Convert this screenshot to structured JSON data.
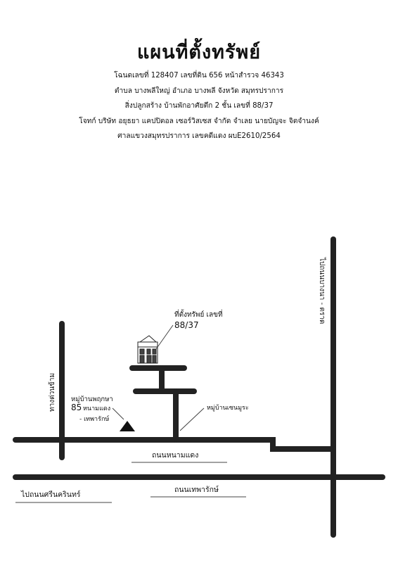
{
  "title": "แผนที่ตั้งทรัพย์",
  "info_lines": [
    "โฉนดเลขที่ 128407 เลขที่ดิน 656 หน้าสำรวจ 46343",
    "ตำบล บางพลีใหญ่ อำเภอ บางพลี จังหวัด สมุทรปราการ",
    "สิ่งปลูกสร้าง บ้านพักอาศัยตึก 2 ชั้น เลขที่ 88/37",
    "โจทก์ บริษัท อยุธยา แคปปิตอล เซอร์วิสเซส จำกัด  จำเลย นายบัญจะ จิตจำนงค์",
    "ศาลแขวงสมุทรปราการ  เลขคดีแดง ผบE2610/2564"
  ],
  "map": {
    "property_label": "ที่ตั้งทรัพย์ เลขที่",
    "property_number": "88/37",
    "left_road_label": "ทางด่วนข้าม",
    "right_road_label": "ไปถนนบางนา - ตราด",
    "village_left_line1": "หมู่บ้านพฤกษา",
    "village_left_number": "85",
    "village_left_line2": "หนามแดง",
    "village_left_line3": "- เทพารักษ์",
    "village_right": "หมู่บ้านเซนมูระ",
    "road_namdaeng": "ถนนหนามแดง",
    "road_thepharak": "ถนนเทพารักษ์",
    "road_srinakarin": "ไปถนนศรีนครินทร์"
  }
}
